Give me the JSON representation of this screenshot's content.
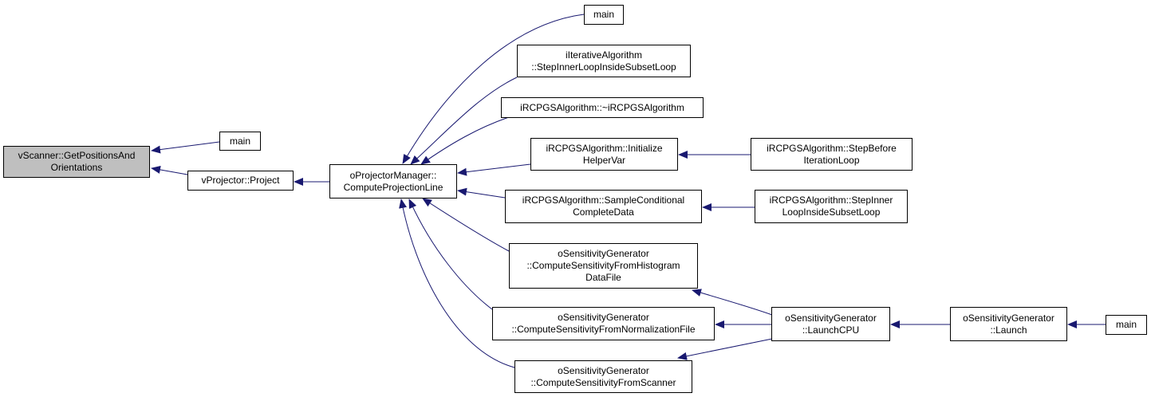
{
  "colors": {
    "edge": "#191970",
    "root_fill": "#bfbfbf",
    "node_fill": "#ffffff",
    "border": "#000000"
  },
  "nodes": {
    "get_positions": {
      "lines": [
        "vScanner::GetPositionsAnd",
        "Orientations"
      ]
    },
    "main_a": {
      "lines": [
        "main"
      ]
    },
    "project": {
      "lines": [
        "vProjector::Project"
      ]
    },
    "compute_line": {
      "lines": [
        "oProjectorManager::",
        "ComputeProjectionLine"
      ]
    },
    "main_b": {
      "lines": [
        "main"
      ]
    },
    "step_inner_iter": {
      "lines": [
        "iIterativeAlgorithm",
        "::StepInnerLoopInsideSubsetLoop"
      ]
    },
    "destructor": {
      "lines": [
        "iRCPGSAlgorithm::~iRCPGSAlgorithm"
      ]
    },
    "init_helper": {
      "lines": [
        "iRCPGSAlgorithm::Initialize",
        "HelperVar"
      ]
    },
    "step_before": {
      "lines": [
        "iRCPGSAlgorithm::StepBefore",
        "IterationLoop"
      ]
    },
    "sample_cond": {
      "lines": [
        "iRCPGSAlgorithm::SampleConditional",
        "CompleteData"
      ]
    },
    "step_inner_rcpgs": {
      "lines": [
        "iRCPGSAlgorithm::StepInner",
        "LoopInsideSubsetLoop"
      ]
    },
    "sens_hist": {
      "lines": [
        "oSensitivityGenerator",
        "::ComputeSensitivityFromHistogram",
        "DataFile"
      ]
    },
    "sens_norm": {
      "lines": [
        "oSensitivityGenerator",
        "::ComputeSensitivityFromNormalizationFile"
      ]
    },
    "sens_scanner": {
      "lines": [
        "oSensitivityGenerator",
        "::ComputeSensitivityFromScanner"
      ]
    },
    "launch_cpu": {
      "lines": [
        "oSensitivityGenerator",
        "::LaunchCPU"
      ]
    },
    "launch": {
      "lines": [
        "oSensitivityGenerator",
        "::Launch"
      ]
    },
    "main_c": {
      "lines": [
        "main"
      ]
    }
  }
}
